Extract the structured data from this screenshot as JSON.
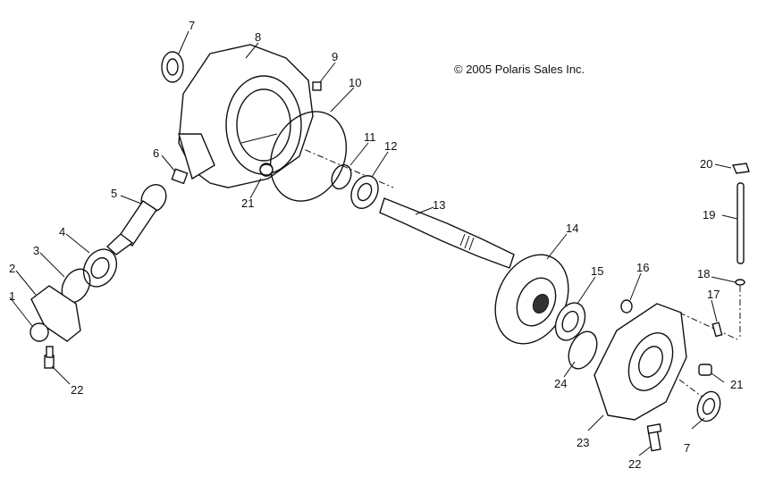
{
  "copyright": "© 2005 Polaris Sales Inc.",
  "callouts": [
    "1",
    "2",
    "3",
    "4",
    "5",
    "6",
    "7",
    "8",
    "9",
    "10",
    "11",
    "12",
    "13",
    "14",
    "15",
    "16",
    "17",
    "18",
    "19",
    "20",
    "21",
    "21",
    "22",
    "22",
    "23",
    "24",
    "7"
  ]
}
